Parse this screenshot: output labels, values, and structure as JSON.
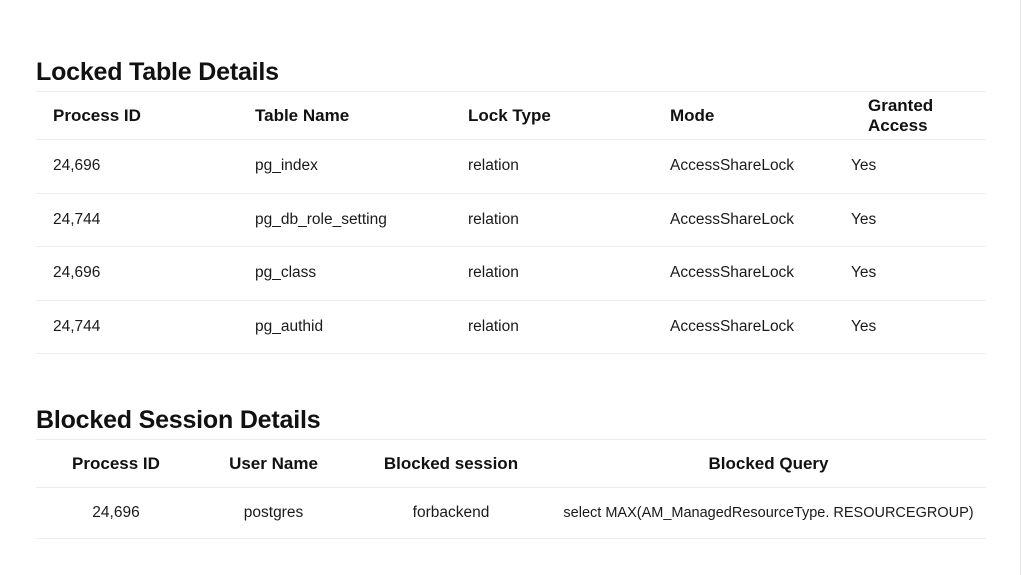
{
  "sections": [
    {
      "heading": "Locked Table Details",
      "table": {
        "columns": [
          "Process ID",
          "Table Name",
          "Lock Type",
          "Mode",
          "Granted Access"
        ],
        "rows": [
          [
            "24,696",
            "pg_index",
            "relation",
            "AccessShareLock",
            "Yes"
          ],
          [
            "24,744",
            "pg_db_role_setting",
            "relation",
            "AccessShareLock",
            "Yes"
          ],
          [
            "24,696",
            "pg_class",
            "relation",
            "AccessShareLock",
            "Yes"
          ],
          [
            "24,744",
            "pg_authid",
            "relation",
            "AccessShareLock",
            "Yes"
          ]
        ]
      }
    },
    {
      "heading": "Blocked Session Details",
      "table": {
        "columns": [
          "Process ID",
          "User Name",
          "Blocked session",
          "Blocked Query"
        ],
        "rows": [
          [
            "24,696",
            "postgres",
            "forbackend",
            "select MAX(AM_ManagedResourceType. RESOURCEGROUP)"
          ]
        ]
      }
    }
  ],
  "colors": {
    "background": "#ffffff",
    "text": "#1a1a1a",
    "heading": "#111111",
    "border": "#ededed"
  }
}
